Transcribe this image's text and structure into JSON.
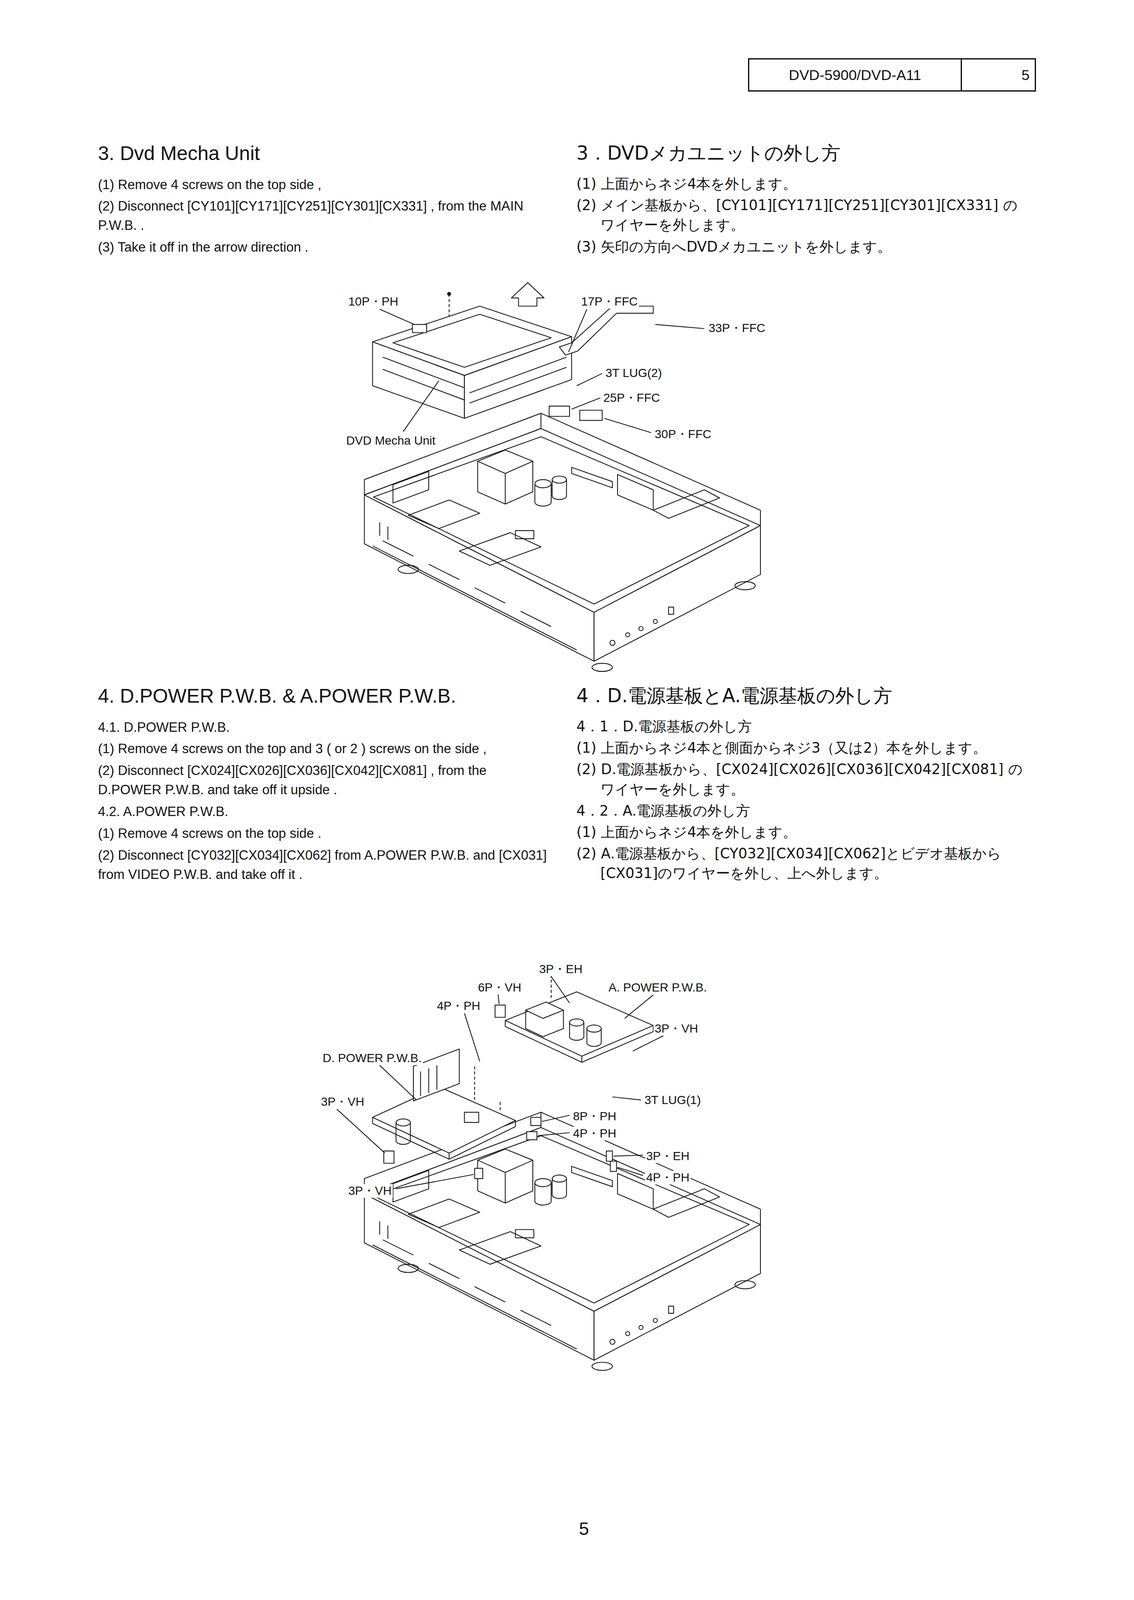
{
  "diagram": {
    "nodes": [
      {
        "text": [
          "DVD-5900/DVD-A11",
          "5"
        ]
      }
    ],
    "labels": [
      "3. Dvd Mecha Unit",
      "(1) Remove 4 screws on the top side ,",
      "(2) Disconnect [CY101][CY171][CY251][CY301][CX331] , from the MAIN P.W.B. .",
      "(3) Take it off in the arrow direction .",
      "3．DVDメカユニットの外し方",
      "(1) 上面からネジ4本を外します。",
      "(2) メイン基板から、[CY101][CY171][CY251][CY301][CX331] のワイヤーを外します。",
      "(3) 矢印の方向へDVDメカユニットを外します。",
      "10P・PH",
      "17P・FFC",
      "33P・FFC",
      "3T LUG(2)",
      "25P・FFC",
      "30P・FFC",
      "DVD Mecha Unit",
      "4. D.POWER P.W.B. & A.POWER P.W.B.",
      "4.1. D.POWER P.W.B.",
      "(1) Remove 4 screws on the top and 3 ( or 2 ) screws on the side ,",
      "(2) Disconnect [CX024][CX026][CX036][CX042][CX081] , from the D.POWER P.W.B. and take off it upside .",
      "4.2. A.POWER P.W.B.",
      "(1) Remove 4 screws on the top side .",
      "(2) Disconnect [CY032][CX034][CX062] from A.POWER P.W.B. and [CX031] from VIDEO P.W.B. and take off it .",
      "4．D.電源基板とA.電源基板の外し方",
      "4．1．D.電源基板の外し方",
      "(1) 上面からネジ4本と側面からネジ3（又は2）本を外します。",
      "(2) D.電源基板から、[CX024][CX026][CX036][CX042][CX081] のワイヤーを外します。",
      "4．2．A.電源基板の外し方",
      "(1) 上面からネジ4本を外します。",
      "(2) A.電源基板から、[CY032][CX034][CX062]とビデオ基板から [CX031]のワイヤーを外し、上へ外します。",
      "3P・EH",
      "6P・VH",
      "A. POWER P.W.B.",
      "4P・PH",
      "3P・VH",
      "D. POWER P.W.B.",
      "3P・VH",
      "3T LUG(1)",
      "8P・PH",
      "4P・PH",
      "3P・EH",
      "4P・PH",
      "3P・VH",
      "5"
    ]
  }
}
